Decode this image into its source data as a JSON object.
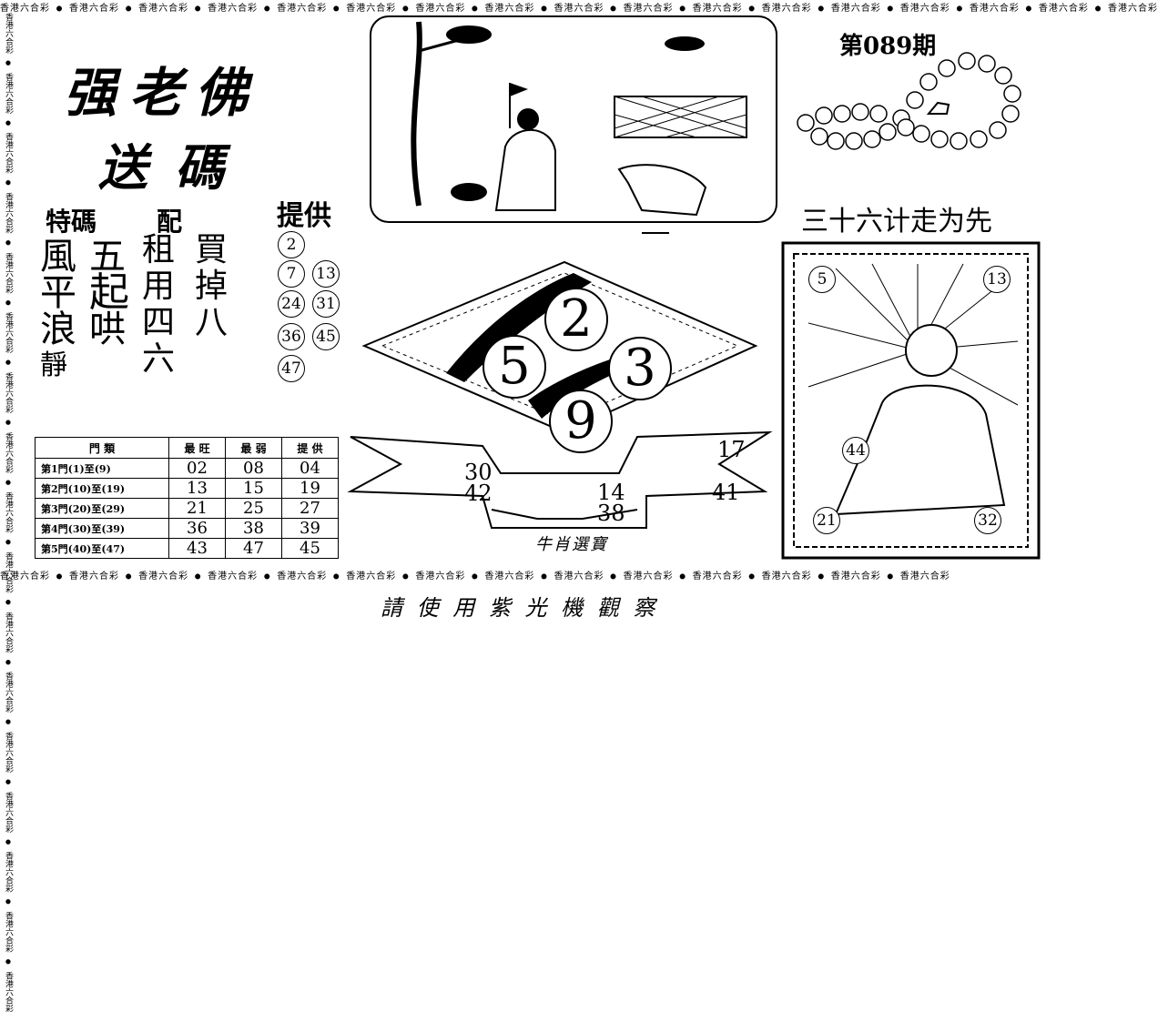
{
  "header": {
    "issue": "第089期",
    "border_text": "香港六合彩 ● 香港六合彩 ● 香港六合彩 ● 香港六合彩 ● 香港六合彩 ● 香港六合彩 ● 香港六合彩 ● 香港六合彩 ● 香港六合彩 ● 香港六合彩 ● 香港六合彩 ● 香港六合彩 ● 香港六合彩 ● 香港六合彩 ● 香港六合彩 ● 香港六合彩 ● 香港六合彩"
  },
  "title": {
    "line1": "强老佛",
    "line2": "送碼"
  },
  "special": {
    "label": "特碼",
    "pair_label": "配"
  },
  "poem": {
    "col1": [
      "風",
      "平",
      "浪",
      "靜"
    ],
    "col2": [
      "五",
      "起",
      "哄"
    ],
    "col3": [
      "租",
      "用",
      "四",
      "六"
    ],
    "col4": [
      "買",
      "掉",
      "八"
    ]
  },
  "provide": {
    "label": "提供",
    "numbers": [
      "2",
      "7",
      "13",
      "24",
      "31",
      "36",
      "45",
      "47"
    ]
  },
  "slogan": "三十六计走为先",
  "balls": [
    "2",
    "5",
    "3",
    "9"
  ],
  "buddha_numbers": [
    "5",
    "13",
    "44",
    "21",
    "32"
  ],
  "ribbon": {
    "numbers": [
      "30",
      "42",
      "14",
      "38",
      "17",
      "41"
    ],
    "seal_text": "牛肖選寶"
  },
  "table": {
    "headers": [
      "門 類",
      "最 旺",
      "最 弱",
      "提 供"
    ],
    "rows": [
      [
        "第1門(1)至(9)",
        "02",
        "08",
        "04"
      ],
      [
        "第2門(10)至(19)",
        "13",
        "15",
        "19"
      ],
      [
        "第3門(20)至(29)",
        "21",
        "25",
        "27"
      ],
      [
        "第4門(30)至(39)",
        "36",
        "38",
        "39"
      ],
      [
        "第5門(40)至(47)",
        "43",
        "47",
        "45"
      ]
    ]
  },
  "footer": {
    "border_text": "香港六合彩 ● 香港六合彩 ● 香港六合彩 ● 香港六合彩 ● 香港六合彩 ● 香港六合彩 ● 香港六合彩 ● 香港六合彩 ● 香港六合彩 ● 香港六合彩 ● 香港六合彩 ● 香港六合彩 ● 香港六合彩 ● 香港六合彩",
    "note": "請 使 用 紫 光 機 觀 察"
  }
}
